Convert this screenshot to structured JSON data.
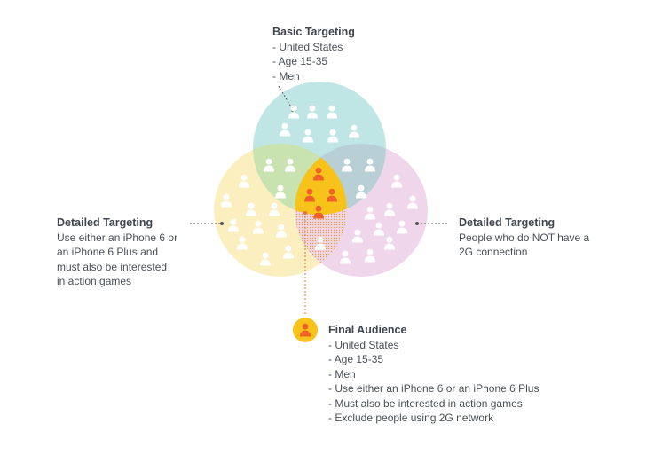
{
  "basic_targeting": {
    "title": "Basic Targeting",
    "lines": [
      "- United States",
      "- Age 15-35",
      "- Men"
    ]
  },
  "detailed_targeting_left": {
    "title": "Detailed Targeting",
    "lines": [
      "Use either an iPhone 6 or",
      "an iPhone 6 Plus and",
      "must also be interested",
      "in action games"
    ]
  },
  "detailed_targeting_right": {
    "title": "Detailed Targeting",
    "lines": [
      "People who do NOT have a",
      "2G connection"
    ]
  },
  "final_audience": {
    "title": "Final Audience",
    "lines": [
      "- United States",
      "- Age 15-35",
      "- Men",
      "- Use either an iPhone 6 or an iPhone 6 Plus",
      "- Must also be interested in action games",
      "- Exclude people using 2G network"
    ]
  },
  "colors": {
    "basic_circle": "#bfe6e4",
    "left_circle": "#fcefbf",
    "right_circle": "#f0d6ea",
    "final_intersection": "#f7c21a",
    "final_person": "#f0612a",
    "leader_line": "#e8703a",
    "person_icon": "#ffffff"
  },
  "icons": {
    "audience": "person-icon",
    "final": "final-audience-person-icon"
  }
}
